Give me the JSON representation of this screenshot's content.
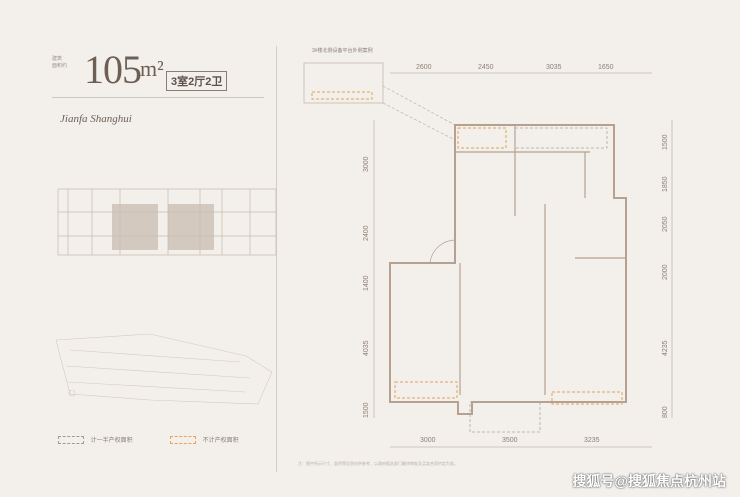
{
  "header": {
    "area_small_1": "建筑",
    "area_small_2": "面积约",
    "area_number": "105",
    "area_unit": "m²",
    "layout_label": "3室2厅2卫",
    "brand_script": "Jianfa Shanghui"
  },
  "plan": {
    "balcony_caption": "3#楼北侧设备平台外侧案例",
    "top_dims": [
      "2600",
      "2450",
      "3035",
      "1650"
    ],
    "bottom_dims": [
      "3000",
      "3500",
      "3235"
    ],
    "left_dims": [
      "3000",
      "2400",
      "1400",
      "4035",
      "1500"
    ],
    "right_dims": [
      "1500",
      "1850",
      "2050",
      "2000",
      "4235",
      "800"
    ]
  },
  "legend": {
    "item1": "计一半产权面积",
    "item2": "不计产权面积"
  },
  "footnote": "注：图中所示尺寸、面积等信息仅供参考，以政府相关部门最终审批及买卖合同约定为准。",
  "watermark": "搜狐号@搜狐焦点杭州站",
  "colors": {
    "wall": "#b6a190",
    "accent_orange": "#e2a55a",
    "text": "#6d5f54",
    "background": "#f3f0ec"
  }
}
